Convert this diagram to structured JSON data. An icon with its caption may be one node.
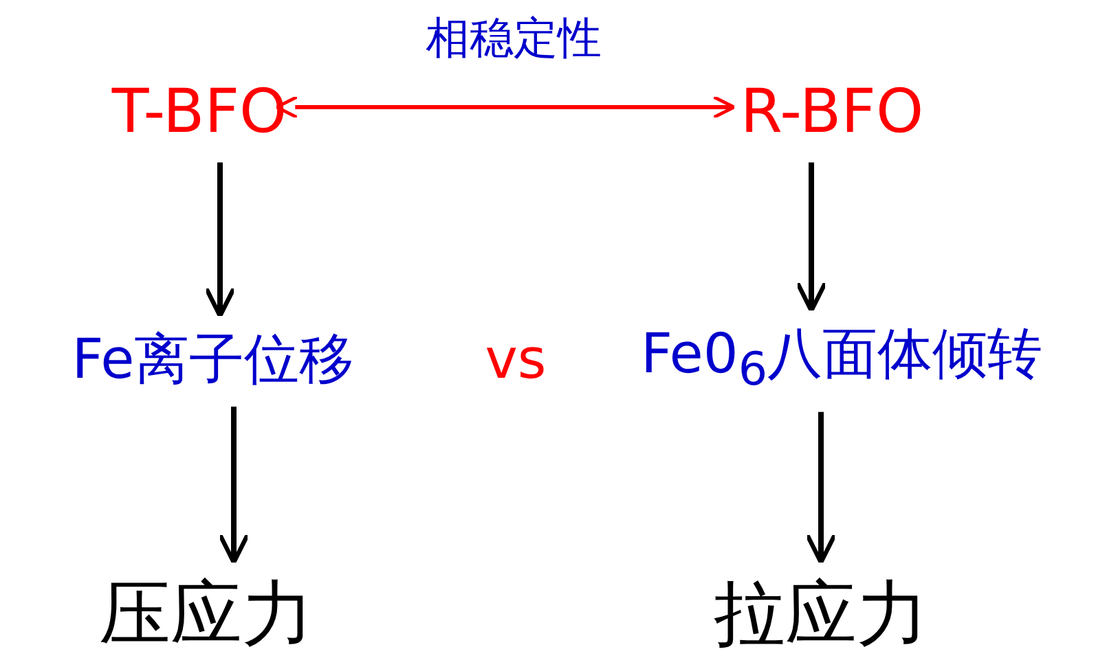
{
  "diagram": {
    "nodes": [
      {
        "text": [
          "T-BFO"
        ]
      },
      {
        "text": [
          "R-BFO"
        ]
      },
      {
        "text": [
          "Fe离子位移"
        ]
      },
      {
        "text": [
          "Fe0$_{6}$八面体倾转"
        ]
      },
      {
        "text": [
          "压应力"
        ]
      },
      {
        "text": [
          "拉应力"
        ]
      }
    ],
    "edges": [
      {
        "from": 0,
        "to": 1,
        "arrow": "both",
        "label": "相稳定性",
        "color": "#ff0000"
      },
      {
        "from": 0,
        "to": 2,
        "arrow": "to"
      },
      {
        "from": 2,
        "to": 4,
        "arrow": "to"
      },
      {
        "from": 1,
        "to": 3,
        "arrow": "to"
      },
      {
        "from": 3,
        "to": 5,
        "arrow": "to"
      }
    ],
    "labels": [
      "vs"
    ]
  }
}
